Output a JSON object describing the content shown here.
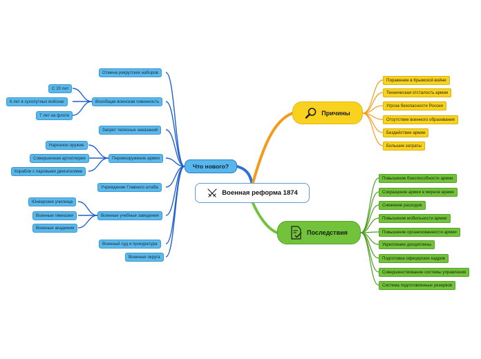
{
  "central": {
    "label": "Военная реформа 1874",
    "icon": "swords-icon"
  },
  "whats_new": {
    "label": "Что нового?",
    "color": "#57b6ec",
    "items": [
      {
        "label": "Отмена рекрутских наборов",
        "children": []
      },
      {
        "label": "Всеобщая воинская повинность",
        "children": [
          "С 20 лет",
          "6 лет в сухопутных войсках",
          "7 лет на флоте"
        ]
      },
      {
        "label": "Запрет телесных наказаний",
        "children": []
      },
      {
        "label": "Перевооружение армии",
        "children": [
          "Нарезное оружие",
          "Совершенная артиллерия",
          "Корабли с паровыми двигателями"
        ]
      },
      {
        "label": "Учреждение Главного штаба",
        "children": []
      },
      {
        "label": "Военные учебные заведения",
        "children": [
          "Юнкерские училища",
          "Военные гимназии",
          "Военные академии"
        ]
      },
      {
        "label": "Военный суд и прокуратура",
        "children": []
      },
      {
        "label": "Военные округа",
        "children": []
      }
    ]
  },
  "causes": {
    "label": "Причины",
    "icon": "magnifier-icon",
    "color": "#f8d21e",
    "items": [
      "Поражение в Крымской войне",
      "Техническая отсталость армии",
      "Угроза безопасности России",
      "Отсутствие военного образования",
      "Бездействие армии",
      "Большие затраты"
    ]
  },
  "consequences": {
    "label": "Последствия",
    "icon": "checklist-icon",
    "color": "#73c23c",
    "items": [
      "Повышение боеспособности армии",
      "Сокращение армии в мирное время",
      "Снижение расходов",
      "Повышение мобильности армии",
      "Повышение организованности армии",
      "Укрепление дисциплины",
      "Подготовка офицерских кадров",
      "Совершенствование системы управления",
      "Система подготовленных резервов"
    ]
  }
}
